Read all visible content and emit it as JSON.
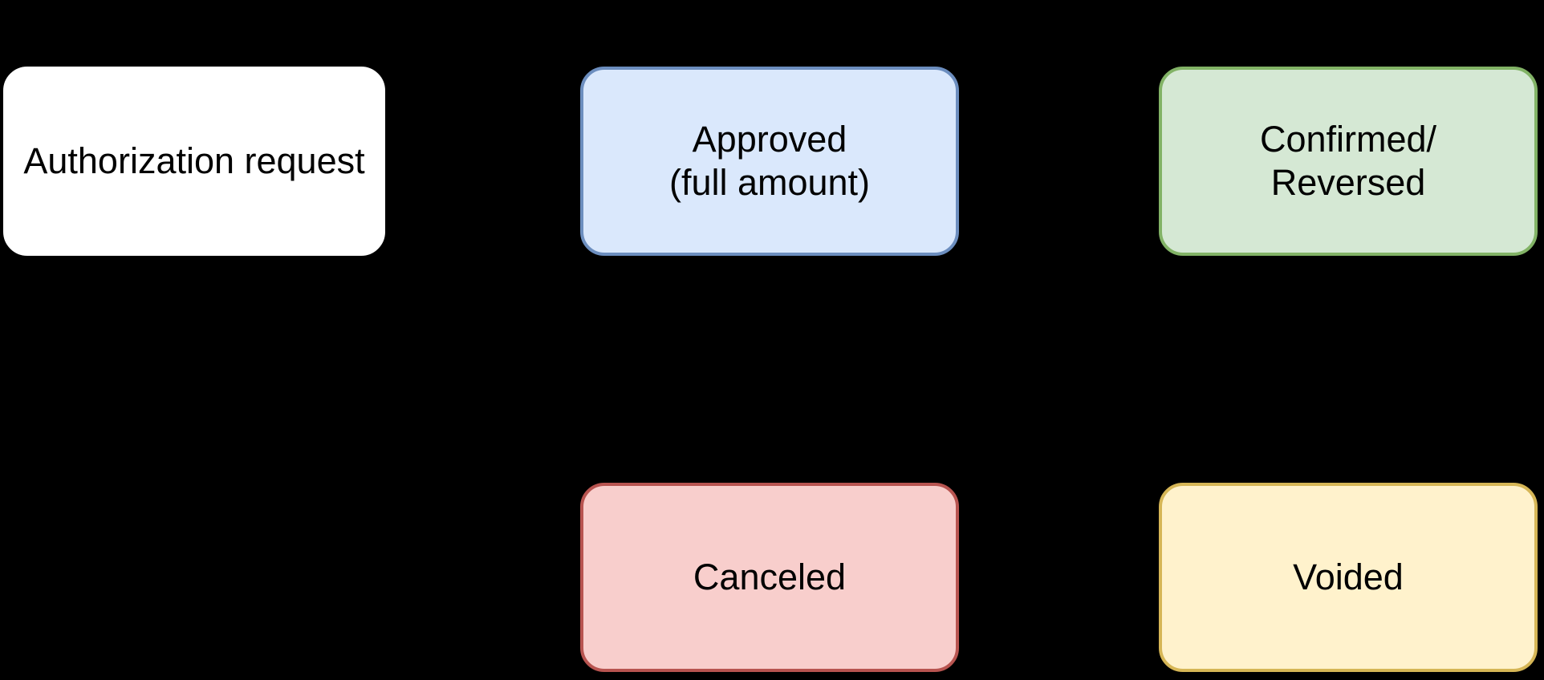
{
  "diagram": {
    "background_color": "#000000",
    "text_color": "#000000",
    "nodes": [
      {
        "id": "authorization-request",
        "lines": [
          "Authorization request"
        ],
        "fill_color": "#ffffff",
        "border_color": "#ffffff"
      },
      {
        "id": "approved-full-amount",
        "lines": [
          "Approved",
          "(full amount)"
        ],
        "fill_color": "#dae8fc",
        "border_color": "#6c8ebf"
      },
      {
        "id": "confirmed-reversed",
        "lines": [
          "Confirmed/",
          "Reversed"
        ],
        "fill_color": "#d5e8d4",
        "border_color": "#82b366"
      },
      {
        "id": "canceled",
        "lines": [
          "Canceled"
        ],
        "fill_color": "#f8cecc",
        "border_color": "#b85450"
      },
      {
        "id": "voided",
        "lines": [
          "Voided"
        ],
        "fill_color": "#fff2cc",
        "border_color": "#d6b656"
      }
    ]
  }
}
